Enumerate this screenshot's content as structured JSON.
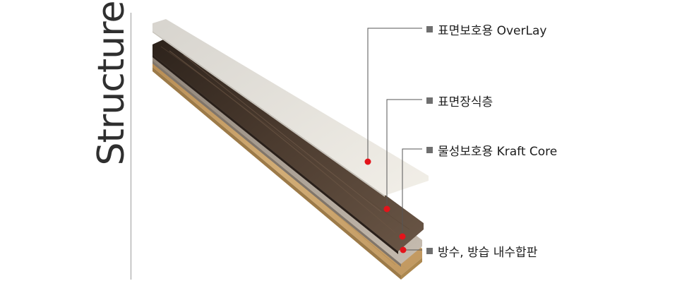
{
  "title": "Structure",
  "colors": {
    "marker": "#e3141b",
    "leader": "#555555",
    "overlay": "#ece9e1",
    "decor_dark": "#4a3a2e",
    "kraft": "#b7aea4",
    "core": "#cda56c"
  },
  "layers": [
    {
      "label": "표면보호용 OverLay"
    },
    {
      "label": "표면장식층"
    },
    {
      "label": "물성보호용 Kraft Core"
    },
    {
      "label": "방수, 방습 내수합판"
    }
  ]
}
